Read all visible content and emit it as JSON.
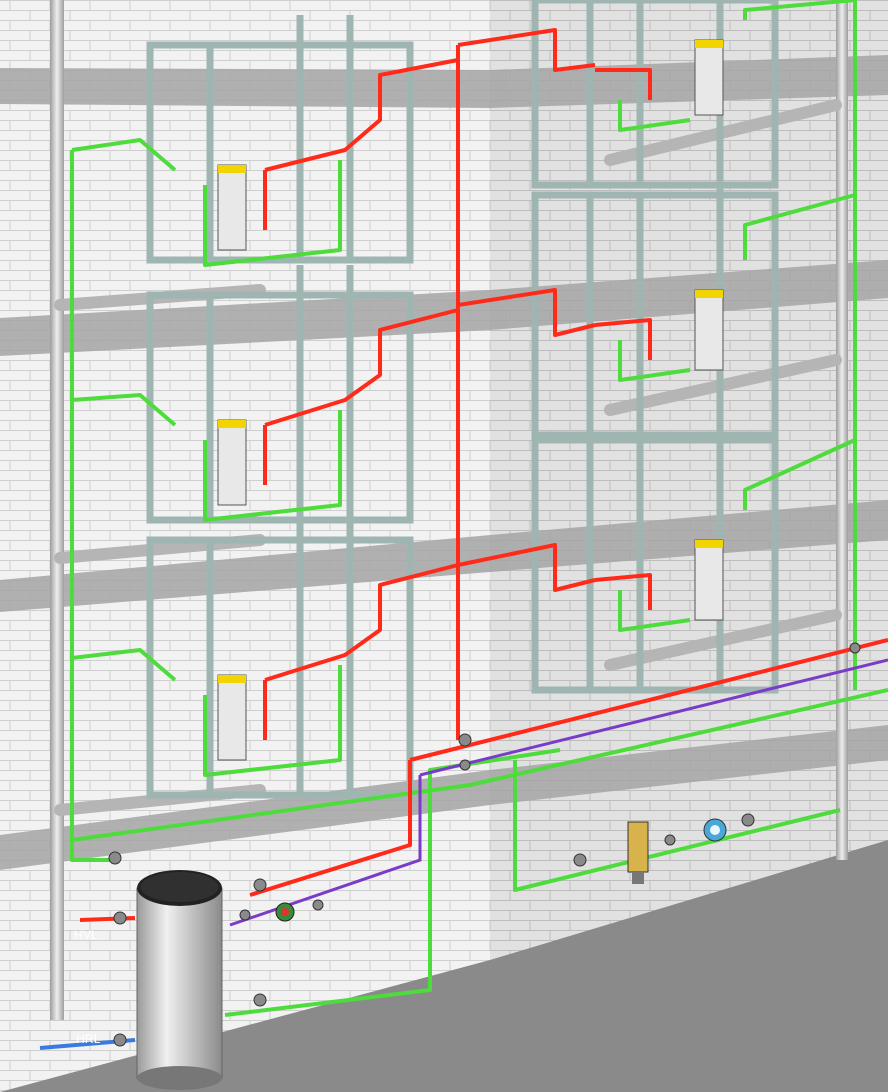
{
  "labels": {
    "hvl": "HVL",
    "hrl": "HRL"
  },
  "colors": {
    "background_floor": "#8c8c8c",
    "brick_wall_light": "#f2f2f2",
    "brick_wall_shaded": "#d9d9d9",
    "slab": "#a9a9a9",
    "frame_steel": "#b8c7c4",
    "hot_water_pipe": "#ff2a1a",
    "cold_water_pipe": "#4ddc3c",
    "circulation_pipe": "#7a3cc8",
    "heating_return_pipe": "#3a7be0",
    "drain_pipe": "#c9c9c9",
    "storage_tank": "#d0d0d0",
    "label_text": "#ffffff"
  },
  "components": {
    "storage_tank": "hot-water-storage-tank",
    "installation_frames": "pre-wall-installation-frames",
    "pump": "circulation-pump-icon",
    "water_meter": "water-meter-icon",
    "filter": "filter-icon",
    "valves": "shut-off-valve-icon"
  }
}
